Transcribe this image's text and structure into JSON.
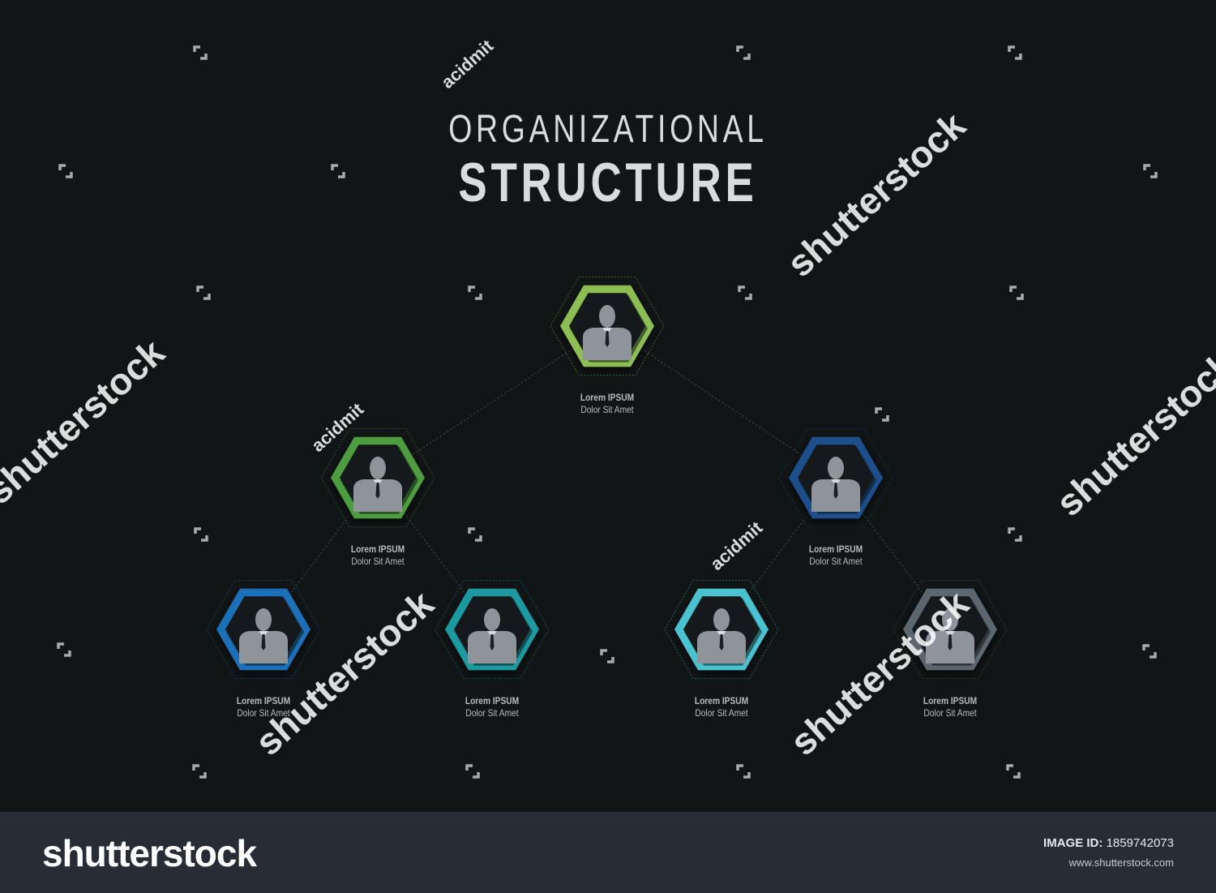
{
  "title": {
    "line1": "ORGANIZATIONAL",
    "line2": "STRUCTURE"
  },
  "colors": {
    "background": "#111516",
    "footer": "#272c35",
    "person": "#8e949a",
    "label": "#b8bbbd",
    "connector": "#4a5054"
  },
  "nodes": [
    {
      "id": "top",
      "line1": "Lorem IPSUM",
      "line2": "Dolor Sit Amet",
      "color": "#8cbe52",
      "icon": "person-icon"
    },
    {
      "id": "mid-l",
      "line1": "Lorem IPSUM",
      "line2": "Dolor Sit Amet",
      "color": "#4e9d3f",
      "icon": "person-icon"
    },
    {
      "id": "mid-r",
      "line1": "Lorem IPSUM",
      "line2": "Dolor Sit Amet",
      "color": "#1e4f8c",
      "icon": "person-icon"
    },
    {
      "id": "bot-1",
      "line1": "Lorem IPSUM",
      "line2": "Dolor Sit Amet",
      "color": "#1f6fb8",
      "icon": "person-icon"
    },
    {
      "id": "bot-2",
      "line1": "Lorem IPSUM",
      "line2": "Dolor Sit Amet",
      "color": "#1c9aa0",
      "icon": "person-icon"
    },
    {
      "id": "bot-3",
      "line1": "Lorem IPSUM",
      "line2": "Dolor Sit Amet",
      "color": "#4ac3cf",
      "icon": "person-icon"
    },
    {
      "id": "bot-4",
      "line1": "Lorem IPSUM",
      "line2": "Dolor Sit Amet",
      "color": "#5b666e",
      "icon": "person-icon"
    }
  ],
  "edges": [
    [
      "top",
      "mid-l"
    ],
    [
      "top",
      "mid-r"
    ],
    [
      "mid-l",
      "bot-1"
    ],
    [
      "mid-l",
      "bot-2"
    ],
    [
      "mid-r",
      "bot-3"
    ],
    [
      "mid-r",
      "bot-4"
    ]
  ],
  "watermarks": {
    "brand": "shutterstock",
    "contributor": "acidmit"
  },
  "footer": {
    "brand": "shutterstock",
    "image_id_label": "IMAGE ID:",
    "image_id": "1859742073",
    "site": "www.shutterstock.com"
  }
}
